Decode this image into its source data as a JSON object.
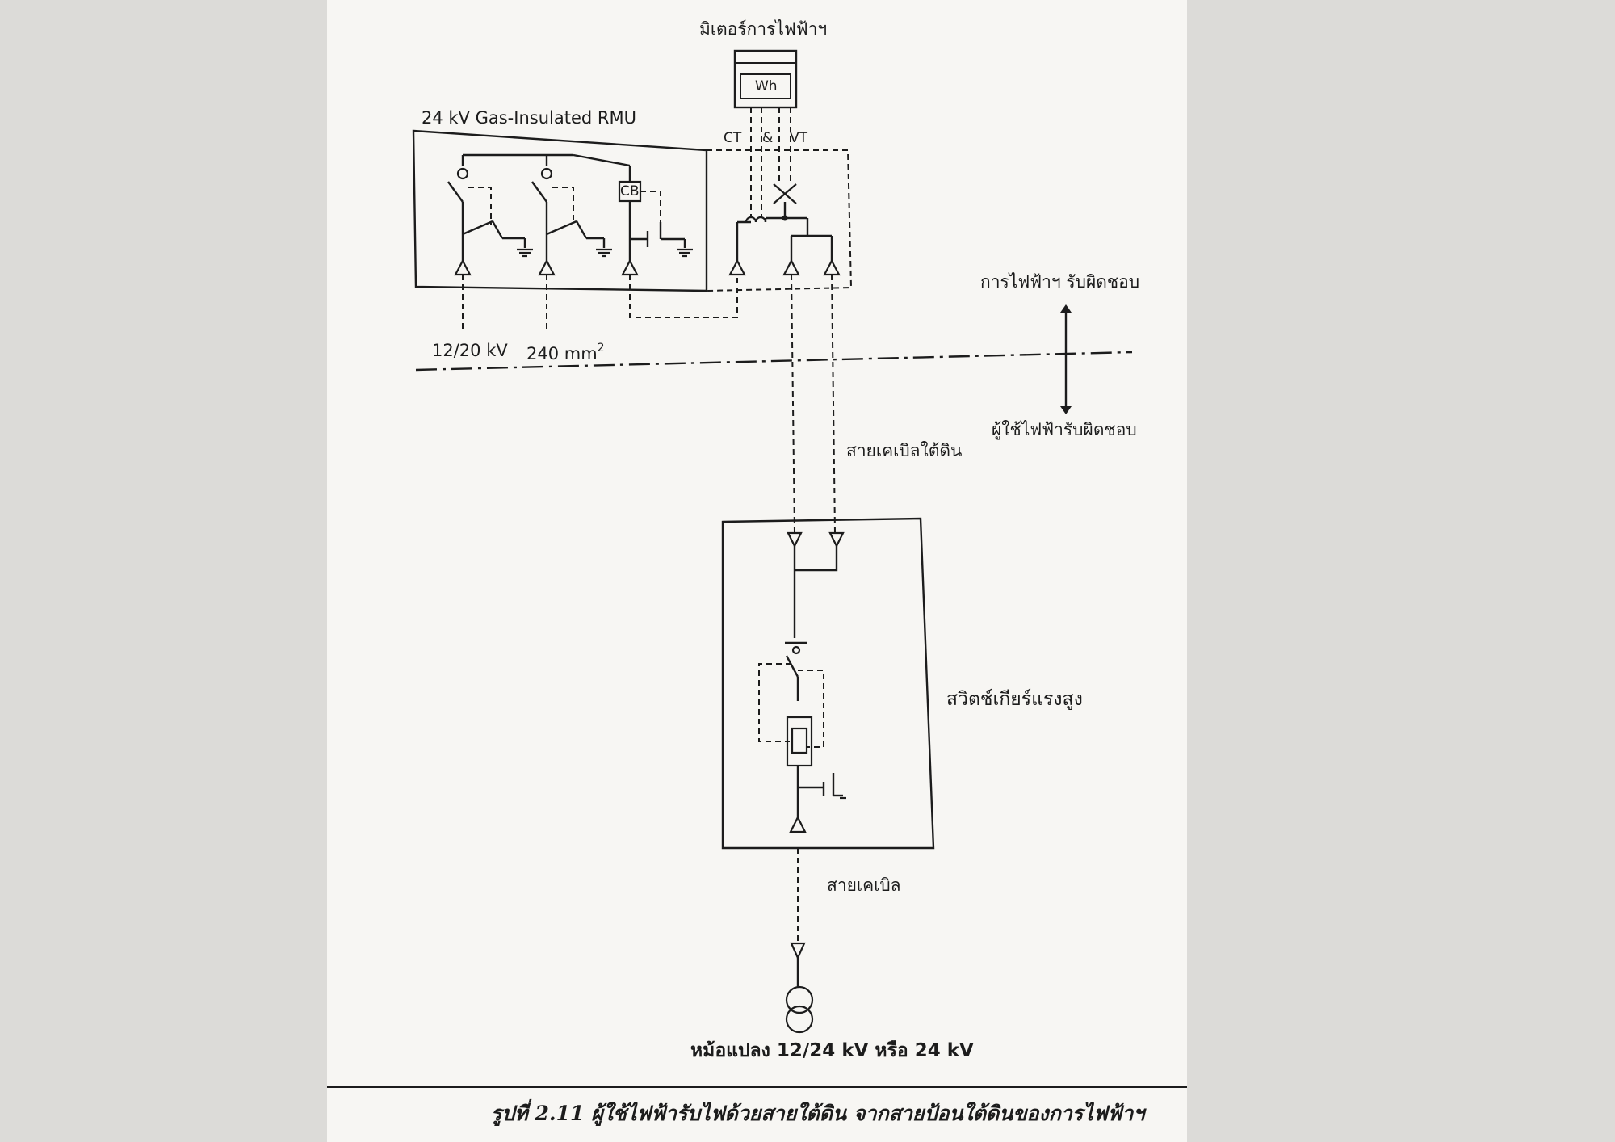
{
  "meter": {
    "title": "มิเตอร์การไฟฟ้าฯ",
    "symbol": "Wh"
  },
  "rmu": {
    "title": "24 kV Gas-Insulated RMU",
    "ct_label": "CT",
    "amp": "&",
    "vt_label": "VT",
    "cb_label": "CB"
  },
  "feeder": {
    "voltage": "12/20 kV",
    "size": "240 mm",
    "size_sup": "2"
  },
  "boundary": {
    "utility": "การไฟฟ้าฯ รับผิดชอบ",
    "user": "ผู้ใช้ไฟฟ้ารับผิดชอบ"
  },
  "cables": {
    "underground": "สายเคเบิลใต้ดิน",
    "cable": "สายเคเบิล"
  },
  "switchgear": {
    "label": "สวิตช์เกียร์แรงสูง"
  },
  "transformer": {
    "label": "หม้อแปลง 12/24 kV หรือ 24 kV"
  },
  "caption": {
    "text": "รูปที่ 2.11  ผู้ใช้ไฟฟ้ารับไฟด้วยสายใต้ดิน จากสายป้อนใต้ดินของการไฟฟ้าฯ"
  }
}
